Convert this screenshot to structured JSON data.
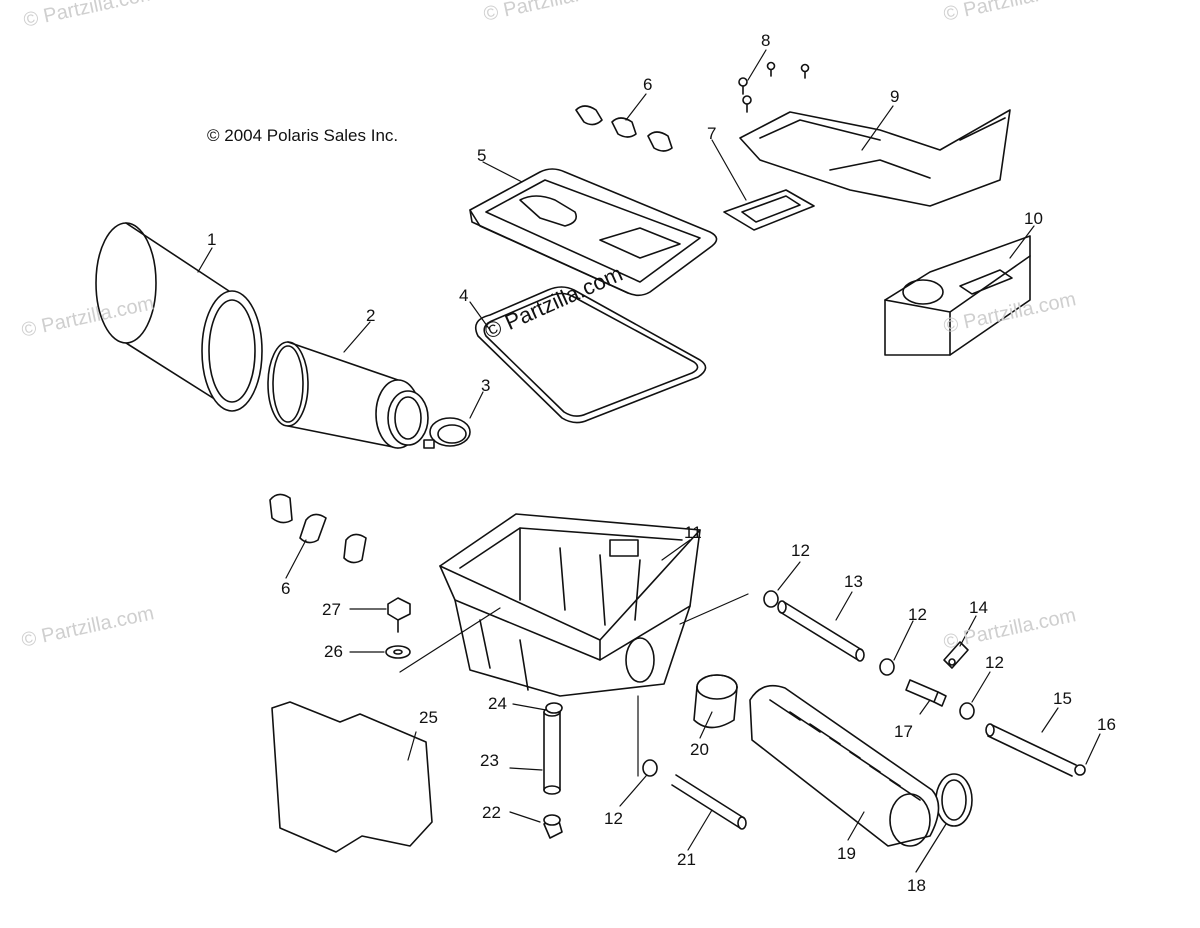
{
  "diagram": {
    "copyright": "© 2004 Polaris Sales Inc.",
    "watermark": "© Partzilla.com",
    "labels": {
      "l1": "1",
      "l2": "2",
      "l3": "3",
      "l4": "4",
      "l5": "5",
      "l6a": "6",
      "l6b": "6",
      "l7": "7",
      "l8": "8",
      "l9": "9",
      "l10": "10",
      "l11": "11",
      "l12a": "12",
      "l12b": "12",
      "l12c": "12",
      "l12d": "12",
      "l13": "13",
      "l14": "14",
      "l15": "15",
      "l16": "16",
      "l17": "17",
      "l18": "18",
      "l19": "19",
      "l20": "20",
      "l21": "21",
      "l22": "22",
      "l23": "23",
      "l24": "24",
      "l25": "25",
      "l26": "26",
      "l27": "27"
    }
  }
}
